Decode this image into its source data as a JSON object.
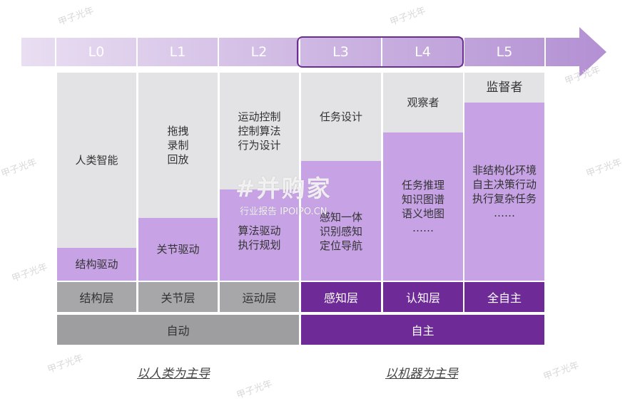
{
  "colors": {
    "gray_cell": "#e3e3e5",
    "lavender": "#c7a3e6",
    "purple": "#6e2a97",
    "dark_gray": "#9e9ea0",
    "arrow": "#c9b2de"
  },
  "levels": [
    "L0",
    "L1",
    "L2",
    "L3",
    "L4",
    "L5"
  ],
  "columns": [
    {
      "top_text": "人类智能",
      "bottom_text": "结构驱动",
      "layer": "结构层"
    },
    {
      "top_text": "拖拽\n录制\n回放",
      "bottom_text": "关节驱动",
      "layer": "关节层"
    },
    {
      "top_text": "运动控制\n控制算法\n行为设计",
      "bottom_text": "算法驱动\n执行规划",
      "layer": "运动层"
    },
    {
      "top_text": "任务设计",
      "bottom_text": "感知一体\n识别感知\n定位导航",
      "layer": "感知层"
    },
    {
      "top_text": "观察者",
      "bottom_text": "任务推理\n知识图谱\n语义地图\n……",
      "layer": "认知层"
    },
    {
      "top_text": "监督者",
      "bottom_text": "非结构化环境\n自主决策行动\n执行复杂任务\n……",
      "layer": "全自主"
    }
  ],
  "groups": {
    "auto": "自动",
    "autonomous": "自主"
  },
  "captions": {
    "left": "以人类为主导",
    "right": "以机器为主导"
  },
  "watermark": {
    "brand": "甲子光年",
    "logo": "#并购家",
    "logo_sub": "行业报告 IPOIPO.CN"
  }
}
